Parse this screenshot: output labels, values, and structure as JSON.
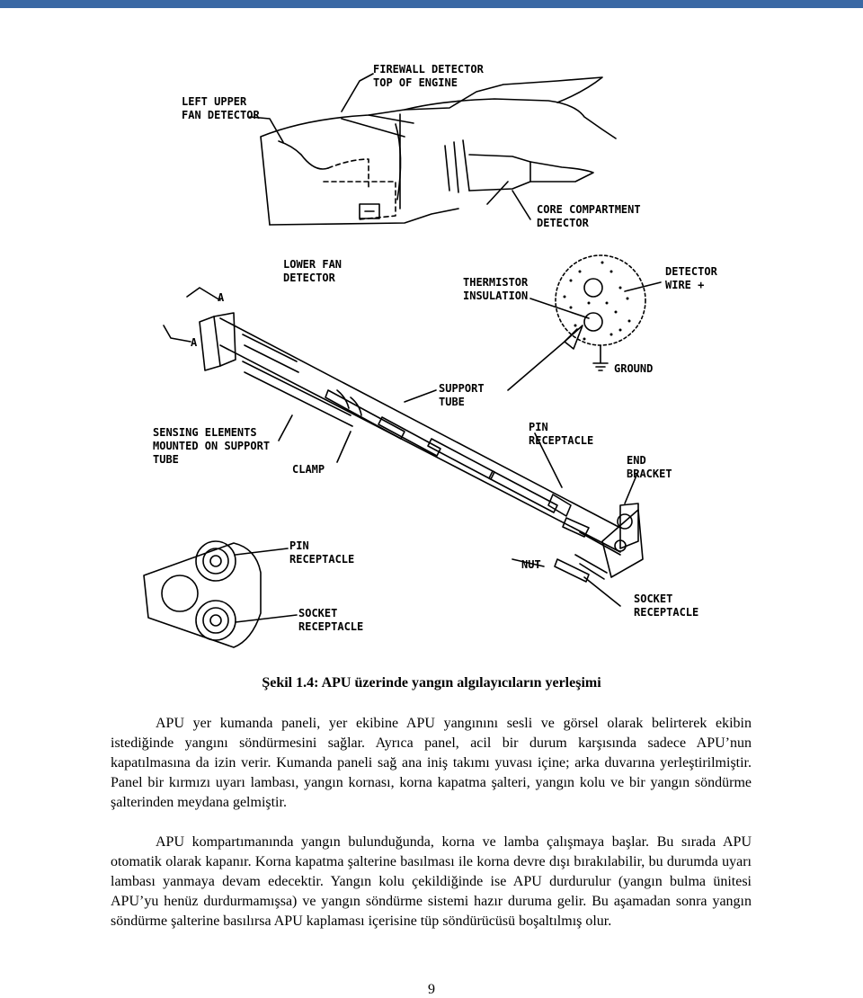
{
  "page": {
    "accent_bar_color": "#3a68a4"
  },
  "figure": {
    "labels": {
      "firewall_detector": "FIREWALL DETECTOR\nTOP OF ENGINE",
      "left_upper_fan_detector": "LEFT UPPER\nFAN DETECTOR",
      "core_compartment_detector": "CORE COMPARTMENT\nDETECTOR",
      "lower_fan_detector": "LOWER FAN\nDETECTOR",
      "thermistor_insulation": "THERMISTOR\nINSULATION",
      "detector_wire": "DETECTOR\nWIRE +",
      "ground": "GROUND",
      "support_tube": "SUPPORT\nTUBE",
      "pin_receptacle_top": "PIN\nRECEPTACLE",
      "end_bracket": "END\nBRACKET",
      "sensing_elements": "SENSING ELEMENTS\nMOUNTED ON SUPPORT\nTUBE",
      "clamp": "CLAMP",
      "view_a_top": "A",
      "view_a_bottom": "A",
      "pin_receptacle_bottom": "PIN\nRECEPTACLE",
      "nut": "NUT",
      "socket_receptacle_left": "SOCKET\nRECEPTACLE",
      "socket_receptacle_right": "SOCKET\nRECEPTACLE"
    }
  },
  "caption": {
    "number": "Şekil 1.4:",
    "text": "APU üzerinde yangın algılayıcıların yerleşimi"
  },
  "paragraphs": [
    "APU yer kumanda paneli, yer ekibine APU yangınını sesli ve görsel olarak belirterek ekibin istediğinde yangını söndürmesini sağlar. Ayrıca panel, acil bir durum karşısında sadece APU’nun kapatılmasına da izin verir. Kumanda paneli sağ ana iniş takımı yuvası içine; arka duvarına yerleştirilmiştir. Panel bir kırmızı uyarı lambası, yangın kornası, korna kapatma şalteri, yangın kolu ve bir yangın söndürme şalterinden meydana gelmiştir.",
    "APU kompartımanında yangın bulunduğunda, korna ve lamba çalışmaya başlar. Bu sırada APU otomatik olarak kapanır. Korna kapatma şalterine basılması ile korna devre dışı bırakılabilir, bu durumda uyarı lambası yanmaya devam edecektir. Yangın kolu çekildiğinde ise APU durdurulur (yangın bulma ünitesi APU’yu henüz durdurmamışsa) ve yangın söndürme sistemi hazır duruma gelir. Bu aşamadan sonra yangın söndürme şalterine basılırsa APU kaplaması içerisine tüp söndürücüsü boşaltılmış olur."
  ],
  "footer": {
    "page_number": "9"
  }
}
